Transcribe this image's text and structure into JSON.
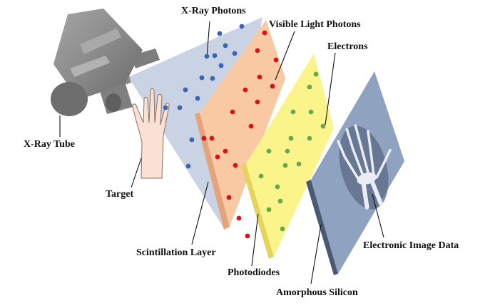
{
  "labels": {
    "xray_photons": "X-Ray Photons",
    "visible_light_photons": "Visible Light Photons",
    "electrons": "Electrons",
    "xray_tube": "X-Ray Tube",
    "target": "Target",
    "scintillation_layer": "Scintillation Layer",
    "photodiodes": "Photodiodes",
    "amorphous_silicon": "Amorphous Silicon",
    "electronic_image_data": "Electronic Image Data"
  },
  "colors": {
    "xray_beam": "#c9d3e3",
    "xray_photon": "#3a66b5",
    "scintillator_face": "#f9c9a4",
    "scintillator_edge": "#e3a37b",
    "light_photon": "#d8131b",
    "photodiode_face": "#fbf48a",
    "photodiode_edge": "#e4d45f",
    "electron": "#6aa84f",
    "silicon_face": "#8fa2bf",
    "silicon_edge": "#4a5a75",
    "tube": "#8c8c8c",
    "hand_skin": "#fbe1d3"
  }
}
